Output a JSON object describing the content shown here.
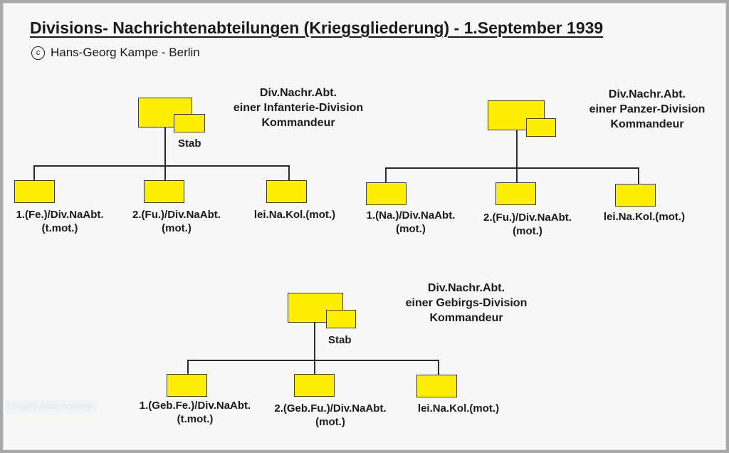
{
  "title": "Divisions- Nachrichtenabteilungen  (Kriegsgliederung) - 1.September 1939",
  "copyright": {
    "symbol": "c",
    "text": "Hans-Georg Kampe - Berlin"
  },
  "infantry": {
    "header": [
      "Div.Nachr.Abt.",
      "einer Infanterie-Division",
      "Kommandeur"
    ],
    "stab": "Stab",
    "units": [
      [
        "1.(Fe.)/Div.NaAbt.",
        "(t.mot.)"
      ],
      [
        "2.(Fu.)/Div.NaAbt.",
        "(mot.)"
      ],
      [
        "lei.Na.Kol.(mot.)"
      ]
    ]
  },
  "panzer": {
    "header": [
      "Div.Nachr.Abt.",
      "einer Panzer-Division",
      "Kommandeur"
    ],
    "units": [
      [
        "1.(Na.)/Div.NaAbt.",
        "(mot.)"
      ],
      [
        "2.(Fu.)/Div.NaAbt.",
        "(mot.)"
      ],
      [
        "lei.Na.Kol.(mot.)"
      ]
    ]
  },
  "gebirgs": {
    "header": [
      "Div.Nachr.Abt.",
      "einer Gebirgs-Division",
      "Kommandeur"
    ],
    "stab": "Stab",
    "units": [
      [
        "1.(Geb.Fe.)/Div.NaAbt.",
        "(t.mot.)"
      ],
      [
        "2.(Geb.Fu.)/Div.NaAbt.",
        "(mot.)"
      ],
      [
        "lei.Na.Kol.(mot.)"
      ]
    ]
  },
  "watermark": "Eckiges Ausschneiden",
  "colors": {
    "box_fill": "#ffee00",
    "line": "#2a2a2a",
    "frame": "#a9a9a9"
  }
}
